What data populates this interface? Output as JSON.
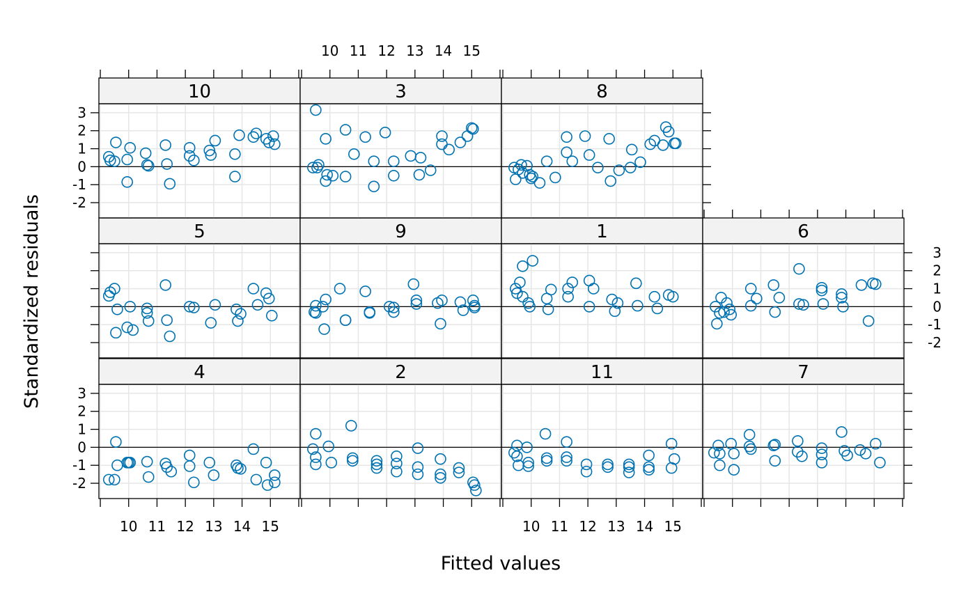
{
  "chart_data": {
    "type": "scatter",
    "title": "",
    "xlabel": "Fitted values",
    "ylabel": "Standardized residuals",
    "xlim": [
      8.95,
      16.05
    ],
    "ylim": [
      -2.85,
      3.5
    ],
    "xticks": [
      9,
      10,
      11,
      12,
      13,
      14,
      15,
      16
    ],
    "xtick_labels": [
      "10",
      "11",
      "12",
      "13",
      "14",
      "15"
    ],
    "yticks": [
      -2,
      -1,
      0,
      1,
      2,
      3
    ],
    "ytick_labels": [
      "-2",
      "-1",
      "0",
      "1",
      "2",
      "3"
    ],
    "reference_line": 0,
    "grid": true,
    "point_color": "#0072b2",
    "strip_color": "#f2f2f2",
    "layout": "4 columns x 3 rows, bottom row first",
    "panels": [
      {
        "strip": "4",
        "x": [
          9.3,
          9.5,
          9.55,
          9.6,
          9.95,
          10.0,
          10.05,
          10.65,
          10.7,
          11.3,
          11.35,
          11.5,
          12.15,
          12.15,
          12.3,
          12.85,
          13.0,
          13.8,
          13.85,
          13.95,
          14.4,
          14.5,
          14.85,
          14.9,
          15.15,
          15.15
        ],
        "y": [
          -1.8,
          -1.8,
          0.3,
          -1.0,
          -0.85,
          -0.85,
          -0.85,
          -0.8,
          -1.65,
          -0.9,
          -1.1,
          -1.35,
          -0.45,
          -1.05,
          -1.95,
          -0.85,
          -1.55,
          -1.0,
          -1.15,
          -1.2,
          -0.1,
          -1.8,
          -0.85,
          -2.1,
          -1.55,
          -1.95
        ]
      },
      {
        "strip": "2",
        "x": [
          9.4,
          9.5,
          9.5,
          9.5,
          9.95,
          10.05,
          10.75,
          10.8,
          10.8,
          11.65,
          11.65,
          11.65,
          12.35,
          12.35,
          12.35,
          13.1,
          13.1,
          13.1,
          13.9,
          13.9,
          13.9,
          14.55,
          14.55,
          15.05,
          15.1,
          15.15
        ],
        "y": [
          -0.1,
          0.75,
          -0.55,
          -0.95,
          0.05,
          -0.85,
          1.2,
          -0.6,
          -0.75,
          -0.75,
          -0.95,
          -1.15,
          -0.5,
          -0.9,
          -1.35,
          -0.05,
          -1.1,
          -1.5,
          -0.65,
          -1.5,
          -1.7,
          -1.15,
          -1.4,
          -1.95,
          -2.1,
          -2.4
        ]
      },
      {
        "strip": "11",
        "x": [
          9.4,
          9.5,
          9.5,
          9.55,
          9.85,
          9.9,
          9.9,
          10.5,
          10.55,
          10.55,
          11.25,
          11.25,
          11.25,
          11.95,
          11.95,
          12.7,
          12.7,
          13.45,
          13.45,
          13.45,
          14.15,
          14.15,
          14.15,
          14.95,
          14.95,
          15.05
        ],
        "y": [
          -0.3,
          -0.5,
          0.1,
          -1.0,
          0.0,
          -0.85,
          -1.05,
          0.75,
          -0.6,
          -0.75,
          0.3,
          -0.55,
          -0.75,
          -0.95,
          -1.35,
          -0.95,
          -1.1,
          -0.95,
          -1.1,
          -1.4,
          -0.45,
          -1.1,
          -1.25,
          0.2,
          -1.15,
          -0.65
        ]
      },
      {
        "strip": "7",
        "x": [
          9.35,
          9.5,
          9.55,
          9.55,
          9.95,
          10.05,
          10.05,
          10.6,
          10.6,
          10.65,
          11.45,
          11.5,
          11.5,
          12.3,
          12.3,
          12.45,
          13.15,
          13.15,
          13.15,
          13.85,
          13.95,
          14.05,
          14.5,
          14.7,
          15.05,
          15.2
        ],
        "y": [
          -0.3,
          0.1,
          -0.35,
          -1.0,
          0.2,
          -0.35,
          -1.25,
          0.7,
          0.05,
          -0.1,
          0.1,
          0.15,
          -0.75,
          0.35,
          -0.25,
          -0.5,
          -0.05,
          -0.4,
          -0.85,
          0.85,
          -0.2,
          -0.45,
          -0.15,
          -0.35,
          0.2,
          -0.85
        ]
      },
      {
        "strip": "5",
        "x": [
          9.3,
          9.35,
          9.5,
          9.55,
          9.6,
          9.95,
          10.05,
          10.15,
          10.65,
          10.65,
          10.7,
          11.3,
          11.35,
          11.45,
          12.15,
          12.3,
          12.9,
          13.05,
          13.8,
          13.85,
          13.95,
          14.4,
          14.55,
          14.85,
          14.95,
          15.05
        ],
        "y": [
          0.6,
          0.8,
          1.0,
          -1.45,
          -0.15,
          -1.15,
          0.0,
          -1.3,
          -0.1,
          -0.35,
          -0.8,
          1.2,
          -0.75,
          -1.65,
          0.0,
          -0.05,
          -0.9,
          0.1,
          -0.15,
          -0.8,
          -0.4,
          1.0,
          0.1,
          0.75,
          0.45,
          -0.5
        ]
      },
      {
        "strip": "9",
        "x": [
          9.45,
          9.5,
          9.5,
          9.75,
          9.8,
          9.85,
          10.35,
          10.55,
          10.55,
          11.25,
          11.4,
          11.4,
          12.1,
          12.25,
          12.25,
          12.95,
          13.05,
          13.05,
          13.8,
          13.9,
          13.95,
          14.6,
          14.7,
          15.05,
          15.1,
          15.1
        ],
        "y": [
          -0.3,
          -0.35,
          0.05,
          0.0,
          -1.25,
          0.4,
          1.0,
          -0.75,
          -0.75,
          0.85,
          -0.3,
          -0.35,
          0.0,
          -0.05,
          -0.3,
          1.25,
          0.35,
          0.15,
          0.2,
          -0.95,
          0.35,
          0.25,
          -0.2,
          0.35,
          0.05,
          -0.05
        ]
      },
      {
        "strip": "1",
        "x": [
          9.45,
          9.5,
          9.6,
          9.7,
          9.7,
          9.9,
          9.95,
          10.05,
          10.55,
          10.6,
          10.7,
          11.3,
          11.3,
          11.45,
          12.05,
          12.05,
          12.2,
          12.85,
          12.95,
          13.05,
          13.7,
          13.75,
          14.35,
          14.45,
          14.85,
          15.0
        ],
        "y": [
          1.0,
          0.75,
          1.35,
          2.25,
          0.55,
          0.2,
          0.0,
          2.55,
          0.45,
          -0.15,
          0.95,
          1.0,
          0.55,
          1.35,
          1.45,
          0.0,
          1.0,
          0.4,
          -0.25,
          0.2,
          1.3,
          0.05,
          0.55,
          -0.1,
          0.65,
          0.55
        ]
      },
      {
        "strip": "6",
        "x": [
          9.4,
          9.45,
          9.55,
          9.6,
          9.7,
          9.8,
          9.9,
          9.95,
          10.65,
          10.65,
          10.85,
          11.45,
          11.5,
          11.65,
          12.35,
          12.35,
          12.5,
          13.15,
          13.15,
          13.2,
          13.85,
          13.85,
          13.9,
          14.55,
          14.8,
          14.95,
          15.05
        ],
        "y": [
          0.0,
          -0.95,
          -0.35,
          0.5,
          -0.3,
          0.2,
          -0.15,
          -0.45,
          1.0,
          0.05,
          0.45,
          1.2,
          -0.3,
          0.5,
          2.1,
          0.15,
          0.1,
          1.05,
          0.9,
          0.15,
          0.7,
          0.5,
          0.0,
          1.2,
          -0.8,
          1.3,
          1.25
        ]
      },
      {
        "strip": "10",
        "x": [
          9.3,
          9.35,
          9.5,
          9.55,
          9.95,
          9.95,
          10.05,
          10.6,
          10.65,
          10.7,
          11.3,
          11.35,
          11.45,
          12.15,
          12.15,
          12.3,
          12.85,
          12.9,
          13.05,
          13.75,
          13.75,
          13.9,
          14.4,
          14.5,
          14.85,
          14.95,
          15.1,
          15.15
        ],
        "y": [
          0.55,
          0.35,
          0.3,
          1.35,
          0.4,
          -0.85,
          1.05,
          0.75,
          0.1,
          0.05,
          1.2,
          0.15,
          -0.95,
          1.05,
          0.6,
          0.35,
          0.9,
          0.65,
          1.45,
          -0.55,
          0.7,
          1.75,
          1.65,
          1.85,
          1.55,
          1.35,
          1.7,
          1.25
        ]
      },
      {
        "strip": "3",
        "x": [
          9.4,
          9.5,
          9.55,
          9.6,
          9.85,
          9.85,
          9.9,
          10.1,
          10.55,
          10.55,
          10.85,
          11.25,
          11.55,
          11.55,
          11.95,
          12.25,
          12.25,
          12.85,
          13.15,
          13.2,
          13.55,
          13.95,
          13.95,
          14.2,
          14.6,
          14.85,
          15.0,
          15.05
        ],
        "y": [
          -0.05,
          3.15,
          -0.05,
          0.1,
          1.55,
          -0.8,
          -0.45,
          -0.5,
          2.05,
          -0.55,
          0.7,
          1.65,
          -1.1,
          0.3,
          1.9,
          -0.5,
          0.3,
          0.6,
          -0.45,
          0.5,
          -0.2,
          1.7,
          1.25,
          0.95,
          1.35,
          1.7,
          2.15,
          2.1
        ]
      },
      {
        "strip": "8",
        "x": [
          9.4,
          9.45,
          9.55,
          9.65,
          9.7,
          9.85,
          9.95,
          10.0,
          10.05,
          10.3,
          10.55,
          10.85,
          11.25,
          11.25,
          11.45,
          11.9,
          12.05,
          12.35,
          12.75,
          12.8,
          13.1,
          13.5,
          13.55,
          13.85,
          14.2,
          14.35,
          14.65,
          14.75,
          14.85,
          15.05,
          15.1
        ],
        "y": [
          -0.05,
          -0.7,
          -0.15,
          0.1,
          -0.35,
          0.05,
          -0.45,
          -0.65,
          -0.55,
          -0.9,
          0.3,
          -0.6,
          1.65,
          0.8,
          0.3,
          1.7,
          0.65,
          -0.05,
          1.55,
          -0.8,
          -0.2,
          -0.05,
          0.95,
          0.25,
          1.25,
          1.45,
          1.2,
          2.2,
          1.95,
          1.3,
          1.3
        ]
      }
    ]
  }
}
